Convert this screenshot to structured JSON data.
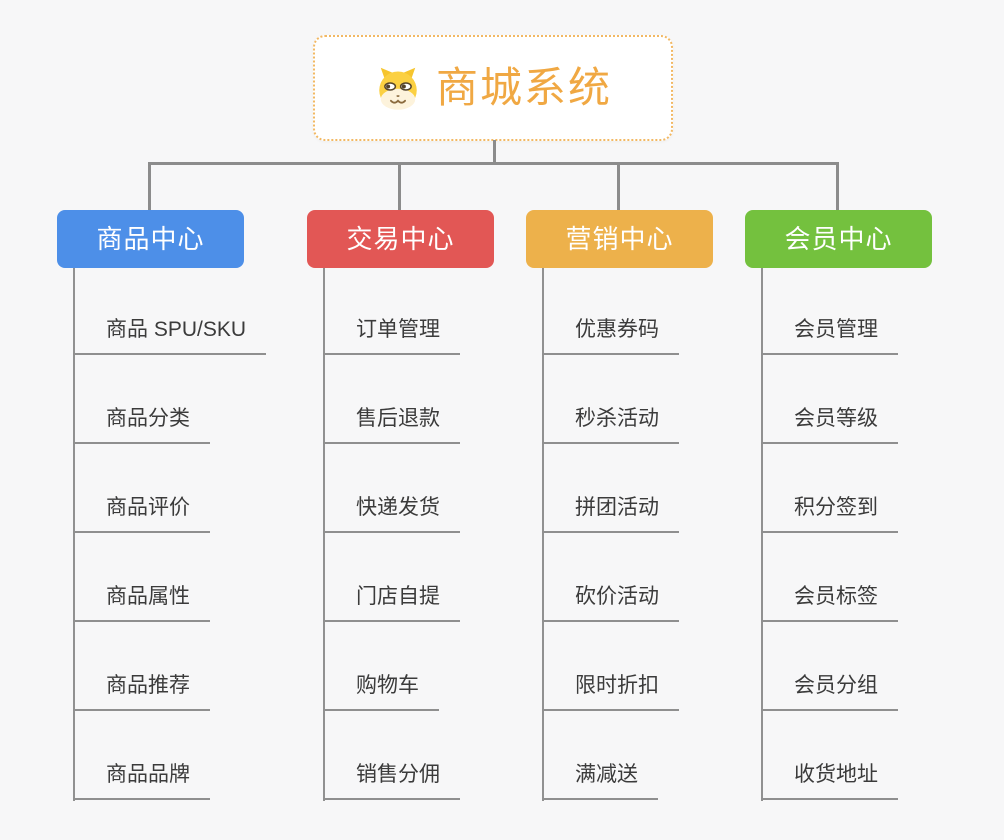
{
  "page": {
    "background_color": "#f7f7f8",
    "connector_color": "#8c8c8c"
  },
  "root": {
    "title": "商城系统",
    "title_color": "#f0a843",
    "border_color": "#f2b863",
    "icon": "shiba-dog-icon"
  },
  "branches": [
    {
      "id": "product-center",
      "label": "商品中心",
      "color": "#4d8fe8",
      "items": [
        "商品 SPU/SKU",
        "商品分类",
        "商品评价",
        "商品属性",
        "商品推荐",
        "商品品牌"
      ]
    },
    {
      "id": "trade-center",
      "label": "交易中心",
      "color": "#e25755",
      "items": [
        "订单管理",
        "售后退款",
        "快递发货",
        "门店自提",
        "购物车",
        "销售分佣"
      ]
    },
    {
      "id": "marketing-center",
      "label": "营销中心",
      "color": "#edb14b",
      "items": [
        "优惠券码",
        "秒杀活动",
        "拼团活动",
        "砍价活动",
        "限时折扣",
        "满减送"
      ]
    },
    {
      "id": "member-center",
      "label": "会员中心",
      "color": "#74c13e",
      "items": [
        "会员管理",
        "会员等级",
        "积分签到",
        "会员标签",
        "会员分组",
        "收货地址"
      ]
    }
  ]
}
